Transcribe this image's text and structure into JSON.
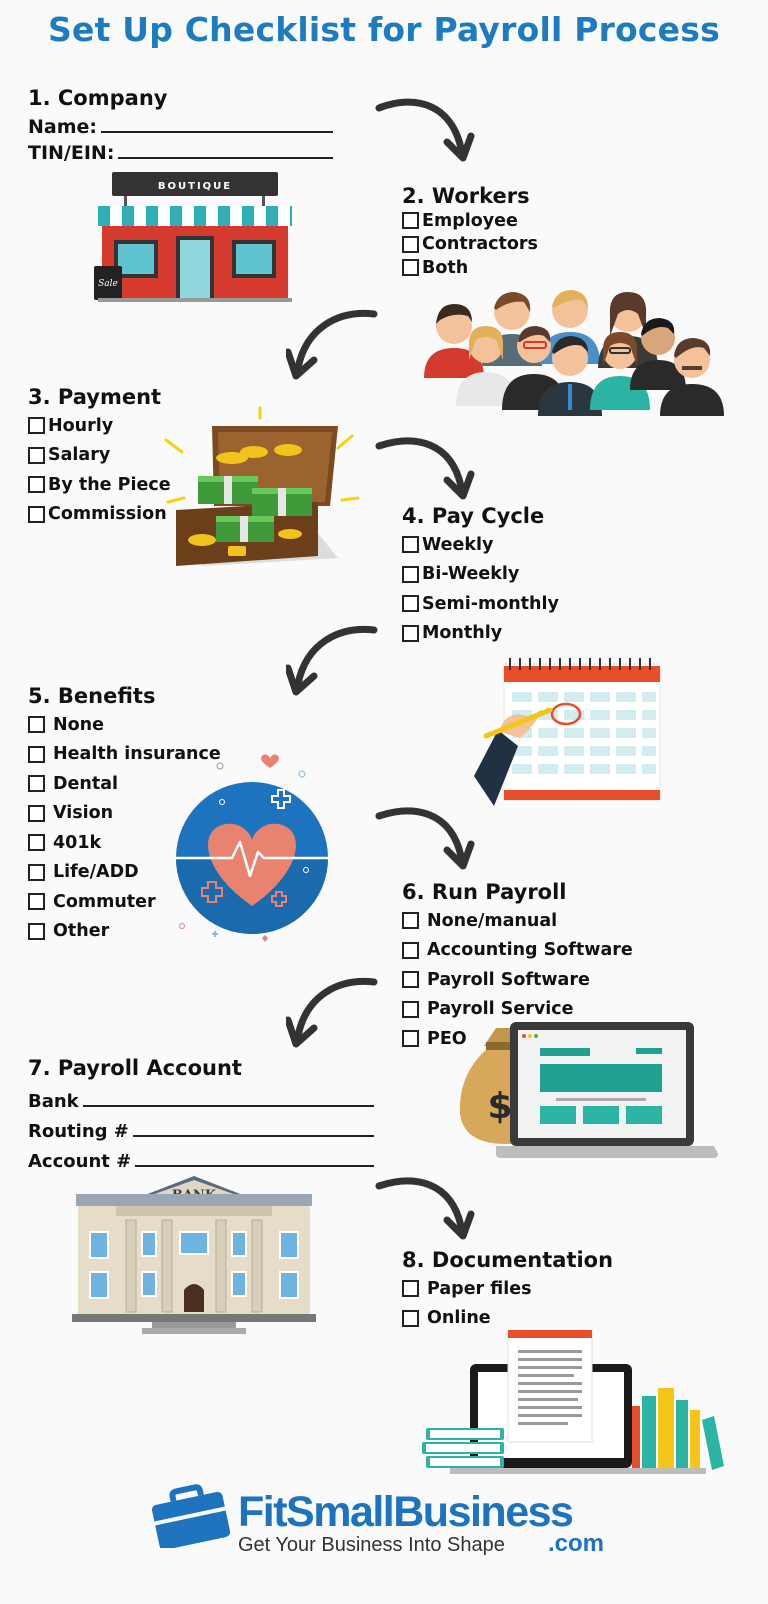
{
  "title": "Set Up Checklist for Payroll Process",
  "sections": {
    "company": {
      "heading": "1. Company",
      "fields": [
        "Name:",
        "TIN/EIN:"
      ]
    },
    "workers": {
      "heading": "2. Workers",
      "items": [
        "Employee",
        "Contractors",
        "Both"
      ]
    },
    "payment": {
      "heading": "3. Payment",
      "items": [
        "Hourly",
        "Salary",
        "By the Piece",
        "Commission"
      ]
    },
    "pay_cycle": {
      "heading": "4. Pay Cycle",
      "items": [
        "Weekly",
        "Bi-Weekly",
        "Semi-monthly",
        "Monthly"
      ]
    },
    "benefits": {
      "heading": "5. Benefits",
      "items": [
        "None",
        "Health insurance",
        "Dental",
        "Vision",
        "401k",
        "Life/ADD",
        "Commuter",
        "Other"
      ]
    },
    "run_payroll": {
      "heading": "6. Run Payroll",
      "items": [
        "None/manual",
        "Accounting Software",
        "Payroll Software",
        "Payroll Service",
        "PEO"
      ]
    },
    "payroll_account": {
      "heading": "7. Payroll Account",
      "fields": [
        "Bank",
        "Routing #",
        "Account #"
      ]
    },
    "documentation": {
      "heading": "8. Documentation",
      "items": [
        "Paper files",
        "Online"
      ]
    }
  },
  "illustrations": {
    "storefront_sign": "BOUTIQUE",
    "storefront_sale": "Sale",
    "bank_sign": "BANK",
    "money_bag_symbol": "$"
  },
  "logo": {
    "name": "FitSmallBusiness",
    "domain": ".com",
    "tagline": "Get Your Business Into Shape"
  },
  "colors": {
    "title": "#1d7bbf",
    "brand": "#1e73be",
    "heart": "#e8836f",
    "teal": "#2bb3a3"
  }
}
